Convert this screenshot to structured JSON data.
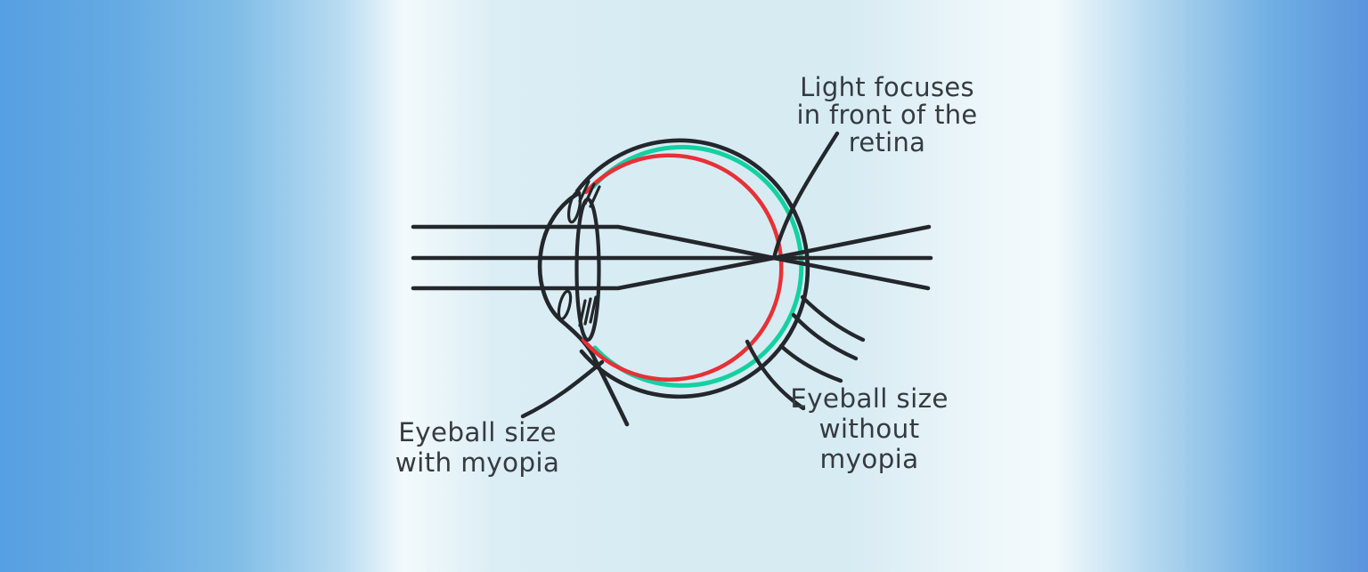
{
  "diagram": {
    "type": "myopia-eye-diagram",
    "labels": {
      "light_focus": "Light focuses\nin front of the\nretina",
      "with_myopia": "Eyeball size\nwith myopia",
      "without_myopia": "Eyeball size\nwithout\nmyopia"
    },
    "icons": [
      "eye-cross-section",
      "light-ray-lines",
      "optic-nerve-lines"
    ]
  },
  "colors": {
    "ink": "#23272b",
    "text": "#363b41",
    "eyeball_with_myopia": "#14d1a1",
    "eyeball_without_myopia": "#e73137",
    "bg_edge_left": "#569fe2",
    "bg_edge_right": "#5b94dd",
    "bg_mid_left": "#7fbce7",
    "bg_center": "#d7ebf3",
    "bg_glow": "#f3fafc"
  }
}
